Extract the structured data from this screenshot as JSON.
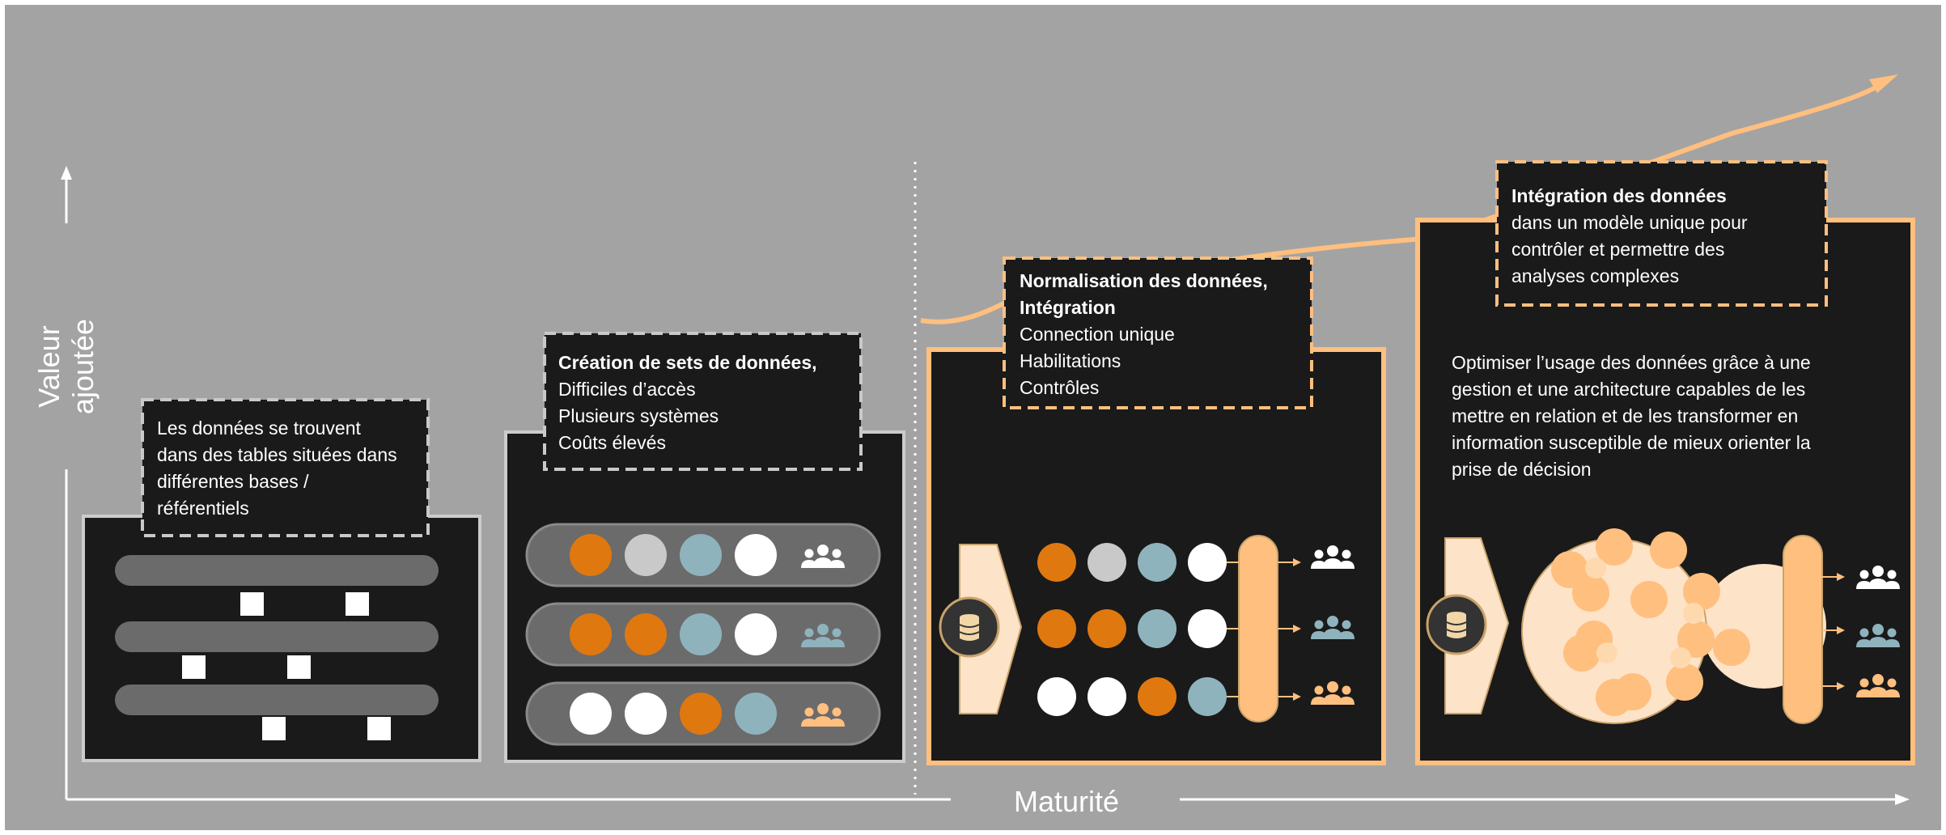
{
  "axes": {
    "x_label": "Maturité",
    "y_label": "Valeur ajoutée"
  },
  "stages": [
    {
      "id": "stage-1",
      "lines": [
        "Les données se trouvent",
        "dans des tables situées dans",
        "différentes bases /",
        "référentiels"
      ]
    },
    {
      "id": "stage-2",
      "title": "Création de sets de données,",
      "lines": [
        "Difficiles d’accès",
        "Plusieurs systèmes",
        "Coûts élevés"
      ]
    },
    {
      "id": "stage-3",
      "title_lines": [
        "Normalisation des données,",
        "Intégration"
      ],
      "lines": [
        "Connection unique",
        "Habilitations",
        "Contrôles"
      ]
    },
    {
      "id": "stage-4",
      "title": "Intégration des données",
      "lines": [
        "dans un modèle unique pour",
        "contrôler et permettre des",
        "analyses complexes"
      ],
      "description": [
        "Optimiser l’usage des données grâce à une",
        "gestion et une architecture capables de les",
        "mettre en relation et de les transformer en",
        "information susceptible de mieux orienter la",
        "prise de décision"
      ]
    }
  ],
  "colors": {
    "background": "#a3a3a3",
    "panel": "#1a1a1a",
    "orange": "#e07810",
    "light_orange": "#ffbf7f",
    "peach": "#fde3c8",
    "teal": "#8fb3bd",
    "light_grey": "#c9c9c9",
    "white": "#ffffff"
  },
  "icons": [
    "database-icon",
    "users-icon",
    "arrow-icon"
  ]
}
